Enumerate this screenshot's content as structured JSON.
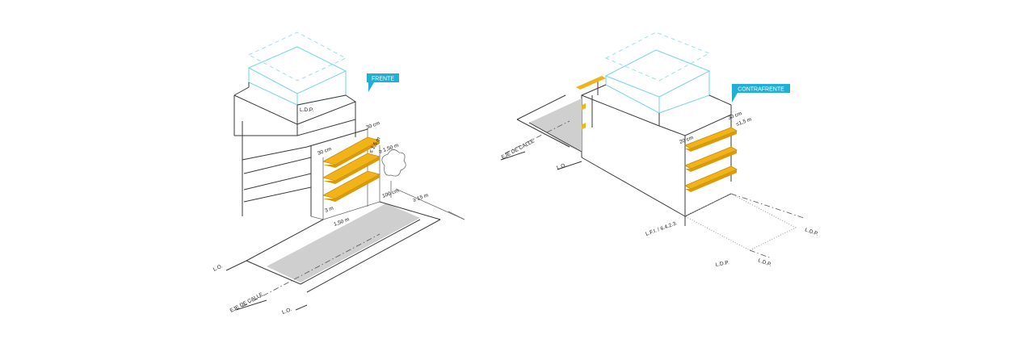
{
  "colors": {
    "background": "#ffffff",
    "line": "#3a3a3a",
    "shelf_fill": "#f2b319",
    "shelf_edge": "#c98d06",
    "street_fill": "#cfcfcf",
    "label_bg": "#1fb0d3",
    "roof_outline": "#7fd6e3"
  },
  "left_view": {
    "tag": "FRENTE",
    "labels": {
      "ldp": "L.D.P.",
      "lo_top": "L.O.",
      "eje": "EJE DE CALLE",
      "lo_bottom": "L.O.",
      "dim_top": "30 cm",
      "dim_left": "30 cm",
      "dim_vert": "≤ 1,5 m",
      "dim_depth": "≥ 1,50 m",
      "dim_right": "100 cm",
      "dim_h": "3 m",
      "dim_bottom": "1,50 m",
      "dim_street": "≥ 15 m"
    }
  },
  "right_view": {
    "tag": "CONTRAFRENTE",
    "labels": {
      "eje": "EJE DE CALLE",
      "lo": "L.O.",
      "lfi": "L.F.I. / 6.4.2.3.",
      "ldp_right": "L.D.P.",
      "ldp_bottom_a": "L.D.P.",
      "ldp_bottom_b": "L.D.P.",
      "dim_top": "30 cm",
      "dim_left": "20 cm",
      "dim_right": "≤1,5 m"
    }
  }
}
